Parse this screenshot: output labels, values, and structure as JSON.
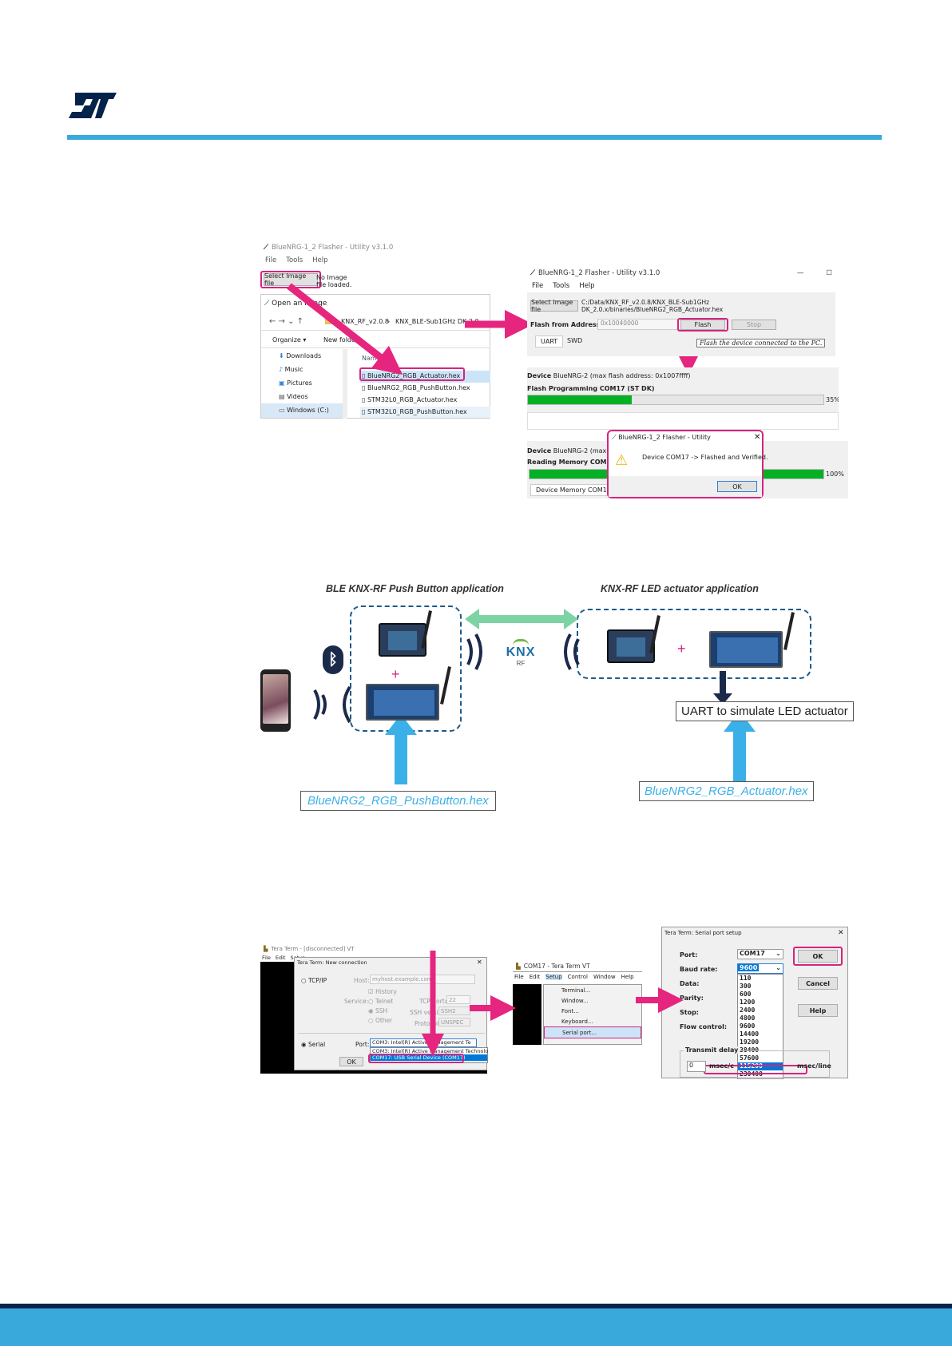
{
  "colors": {
    "brand_blue": "#39a9dc",
    "dark_navy": "#03234b",
    "highlight_pink": "#d6247f",
    "arrow_pink": "#e6257f",
    "arrow_green": "#7ed3a5",
    "arrow_blue": "#3bb0e8",
    "progress_green": "#06b025"
  },
  "flasher1": {
    "title": "BlueNRG-1_2 Flasher - Utility v3.1.0",
    "menu": [
      "File",
      "Tools",
      "Help"
    ],
    "select_btn": "Select Image file",
    "no_image": "No Image file loaded.",
    "open_title": "Open an Image",
    "path": [
      "KNX_RF_v2.0.8",
      "KNX_BLE-Sub1GHz DK 2.0"
    ],
    "organize": "Organize ▾",
    "new_folder": "New folder",
    "nav": [
      "Downloads",
      "Music",
      "Pictures",
      "Videos",
      "Windows (C:)"
    ],
    "col_name": "Name",
    "files": [
      "BlueNRG2_RGB_Actuator.hex",
      "BlueNRG2_RGB_PushButton.hex",
      "STM32L0_RGB_Actuator.hex",
      "STM32L0_RGB_PushButton.hex"
    ]
  },
  "flasher2": {
    "title": "BlueNRG-1_2 Flasher - Utility v3.1.0",
    "menu": [
      "File",
      "Tools",
      "Help"
    ],
    "select_btn": "Select Image file",
    "path": "C:/Data/KNX_RF_v2.0.8/KNX_BLE-Sub1GHz DK_2.0.x/binaries/BlueNRG2_RGB_Actuator.hex",
    "flash_from": "Flash from Address:",
    "address": "0x10040000",
    "flash_btn": "Flash",
    "stop_btn": "Stop",
    "tabs": [
      "UART",
      "SWD"
    ],
    "tooltip": "Flash the device connected to the PC.",
    "device_label": "Device",
    "device_value": "BlueNRG-2 (max flash address: 0x1007ffff)",
    "programming": "Flash Programming COM17 (ST DK)",
    "progress": 35,
    "progress_label": "35%",
    "device_value_2": "BlueNRG-2 (max fla",
    "reading": "Reading Memory COM17",
    "progress2": 100,
    "progress2_label": "100%",
    "memory_tab": "Device Memory COM17",
    "dialog_title": "BlueNRG-1_2 Flasher - Utility",
    "dialog_msg": "Device COM17 -> Flashed and Verified.",
    "dialog_ok": "OK"
  },
  "diagram": {
    "left_title": "BLE KNX-RF Push Button application",
    "right_title": "KNX-RF LED actuator application",
    "knx_logo": "KNX",
    "knx_sub": "RF",
    "uart_box": "UART to simulate LED actuator",
    "left_file": "BlueNRG2_RGB_PushButton.hex",
    "right_file": "BlueNRG2_RGB_Actuator.hex"
  },
  "teraterm": {
    "main_title": "Tera Term - [disconnected] VT",
    "main_menu": [
      "File",
      "Edit",
      "Setup"
    ],
    "newconn_title": "Tera Term: New connection",
    "tcpip": "TCP/IP",
    "host_label": "Host:",
    "host_value": "myhost.example.com",
    "history": "History",
    "service_label": "Service:",
    "telnet": "Telnet",
    "ssh": "SSH",
    "other": "Other",
    "tcp_port_label": "TCP port#:",
    "tcp_port": "22",
    "ssh_version_label": "SSH version:",
    "ssh_version": "SSH2",
    "protocol_label": "Protocol:",
    "protocol": "UNSPEC",
    "serial": "Serial",
    "port_label": "Port:",
    "port_value": "COM3: Intel(R) Active Management Te",
    "port_options": [
      "COM3: Intel(R) Active Management Technolo",
      "COM17: USB Serial Device (COM17)"
    ],
    "ok": "OK",
    "com17_title": "COM17 - Tera Term VT",
    "com17_menu": [
      "File",
      "Edit",
      "Setup",
      "Control",
      "Window",
      "Help"
    ],
    "setup_items": [
      "Terminal...",
      "Window...",
      "Font...",
      "Keyboard...",
      "Serial port..."
    ],
    "serial_title": "Tera Term: Serial port setup",
    "port_field_label": "Port:",
    "port_field": "COM17",
    "baud_label": "Baud rate:",
    "baud_value": "9600",
    "data_label": "Data:",
    "parity_label": "Parity:",
    "stop_label": "Stop:",
    "flow_label": "Flow control:",
    "baud_options": [
      "110",
      "300",
      "600",
      "1200",
      "2400",
      "4800",
      "9600",
      "14400",
      "19200",
      "38400",
      "57600",
      "115200",
      "230400"
    ],
    "selected_baud": "115200",
    "transmit_delay": "Transmit delay",
    "delay_value": "0",
    "msec_char": "msec/c",
    "msec_line": "msec/line",
    "ok_btn": "OK",
    "cancel_btn": "Cancel",
    "help_btn": "Help"
  }
}
